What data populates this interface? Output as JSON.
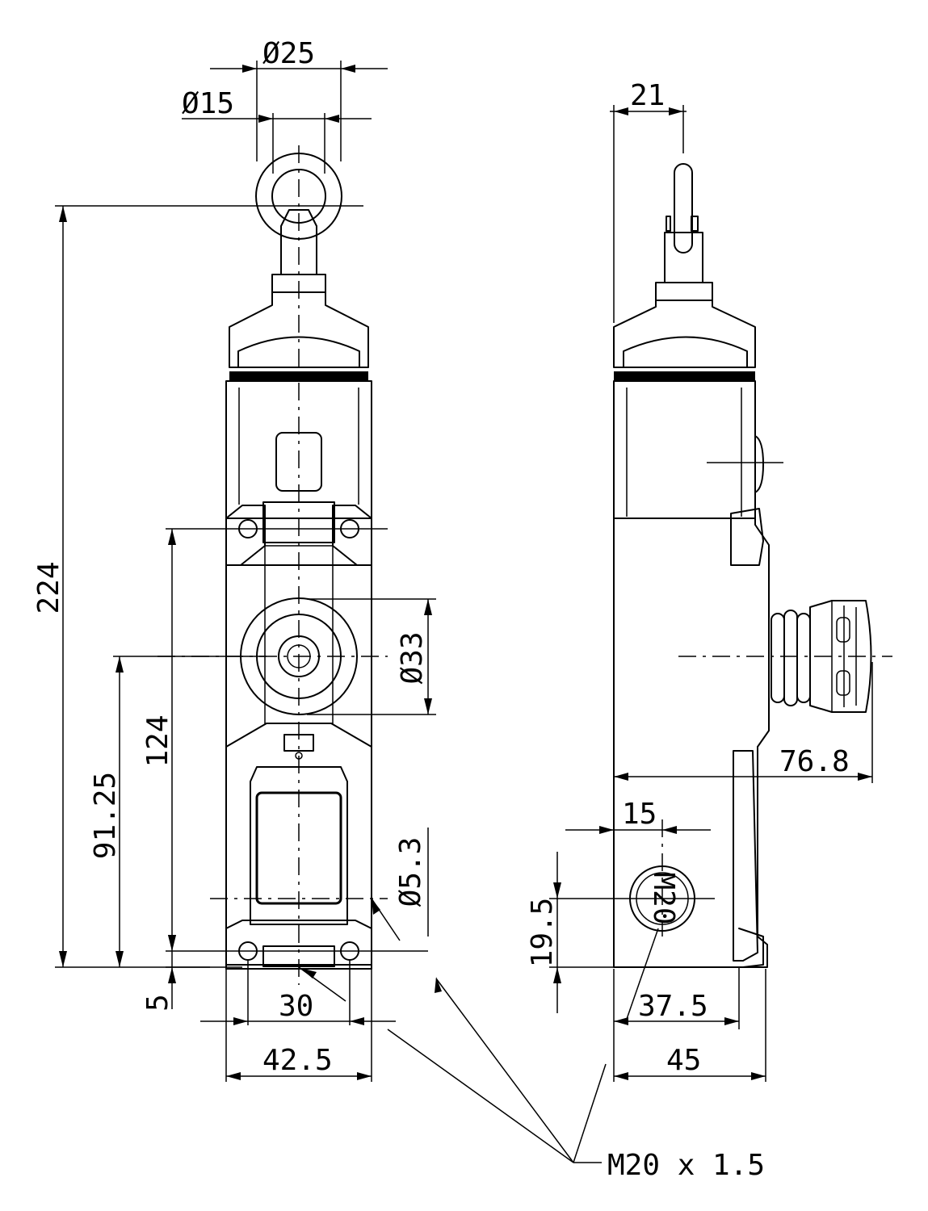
{
  "front_view": {
    "dimensions": {
      "eyelet_outer_dia": "Ø25",
      "eyelet_inner_dia": "Ø15",
      "total_height": "224",
      "mounting_hole_spacing_vertical": "124",
      "reset_button_height": "91.25",
      "reset_button_dia": "Ø33",
      "mounting_hole_dia": "Ø5.3",
      "mounting_hole_offset_bottom": "5",
      "mounting_hole_spacing_horizontal": "30",
      "body_width": "42.5"
    }
  },
  "side_view": {
    "dimensions": {
      "eyelet_offset": "21",
      "button_protrusion": "76.8",
      "cable_entry_horizontal": "15",
      "cable_entry_height": "19.5",
      "cable_entry_position": "37.5",
      "body_depth": "45"
    },
    "cable_entry_label": "M20"
  },
  "thread_callout": "M20 x 1.5"
}
